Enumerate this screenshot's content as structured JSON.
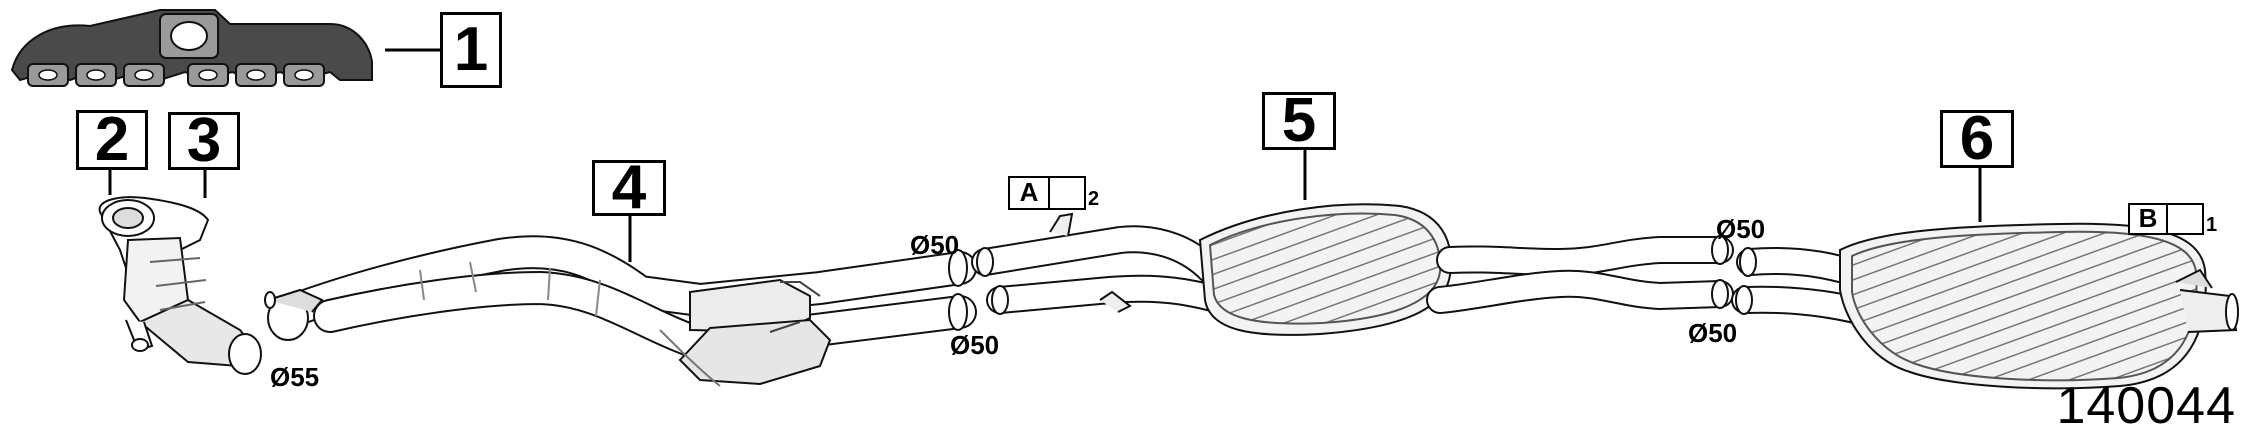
{
  "callouts": [
    {
      "id": "1",
      "label": "1"
    },
    {
      "id": "2",
      "label": "2"
    },
    {
      "id": "3",
      "label": "3"
    },
    {
      "id": "4",
      "label": "4"
    },
    {
      "id": "5",
      "label": "5"
    },
    {
      "id": "6",
      "label": "6"
    }
  ],
  "diameters": {
    "d55": "Ø55",
    "d50_front_upper": "Ø50",
    "d50_front_lower": "Ø50",
    "d50_rear_upper": "Ø50",
    "d50_rear_lower": "Ø50"
  },
  "tags": {
    "a": {
      "letter": "A",
      "icon": "clamp-icon",
      "count": "2"
    },
    "b": {
      "letter": "B",
      "icon": "seal-ring-icon",
      "count": "1"
    }
  },
  "drawing_number": "140044"
}
